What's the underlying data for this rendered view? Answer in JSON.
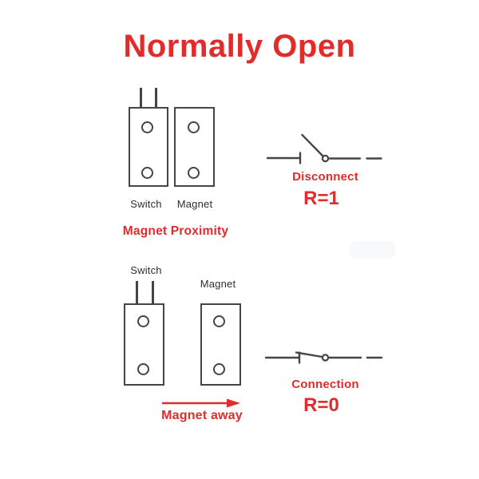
{
  "title": "Normally Open",
  "colors": {
    "accent_red": "#e22b2b",
    "line_gray": "#454545",
    "background": "#ffffff"
  },
  "proximity_scene": {
    "switch_label": "Switch",
    "magnet_label": "Magnet",
    "caption": "Magnet Proximity",
    "circuit": {
      "symbol": "open-switch-symbol",
      "state_label": "Disconnect",
      "resistance_label": "R=1"
    }
  },
  "away_scene": {
    "switch_label": "Switch",
    "magnet_label": "Magnet",
    "caption": "Magnet away",
    "arrow_icon": "right-arrow-icon",
    "circuit": {
      "symbol": "closed-switch-symbol",
      "state_label": "Connection",
      "resistance_label": "R=0"
    }
  }
}
